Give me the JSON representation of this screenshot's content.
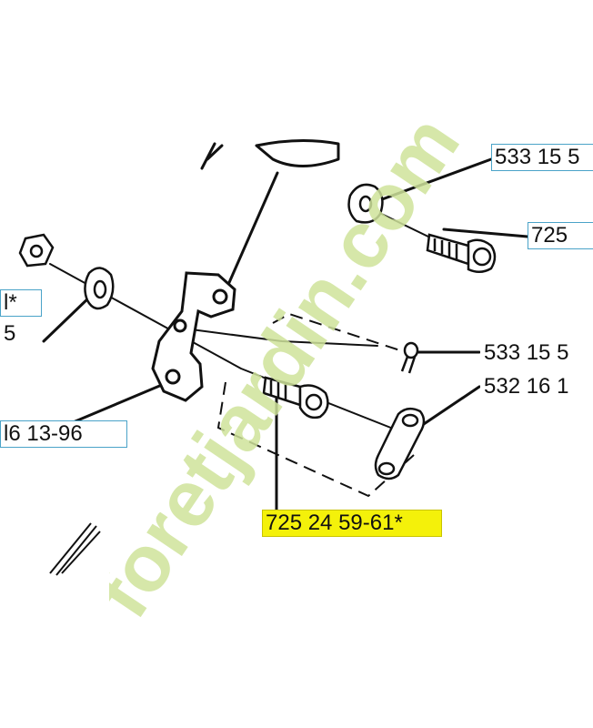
{
  "part_numbers": {
    "top_right": "533 15 5",
    "right_bolt": "725",
    "right_pin": "533 15 5",
    "right_clevis": "532 16 1",
    "left_top": "l*",
    "left_mid": "5",
    "left_bottom": "l6 13-96",
    "highlighted": "725 24 59-61*"
  },
  "watermark": {
    "text": "foretjardin.com"
  },
  "colors": {
    "highlight": "#f4f10a",
    "label_border": "#4aa3c8",
    "watermark_green": "#cfe39b",
    "watermark_gray": "#d8d4cc"
  }
}
